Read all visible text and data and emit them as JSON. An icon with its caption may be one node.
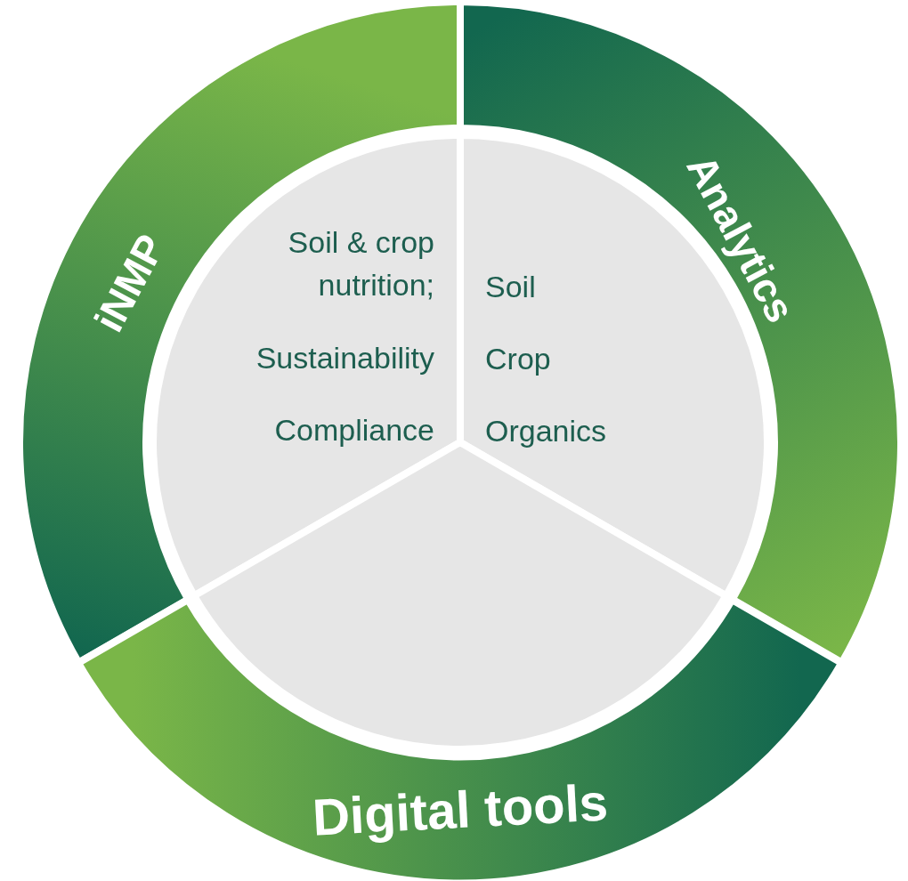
{
  "diagram": {
    "nodes": [
      {
        "text": [
          "iNMP"
        ]
      },
      {
        "text": [
          "Analytics"
        ]
      },
      {
        "text": [
          "Soil & crop nutrition;",
          "Sustainability",
          "Compliance"
        ]
      },
      {
        "text": [
          "Soil",
          "Crop",
          "Organics"
        ]
      },
      {
        "text": [],
        "shape": "wedge"
      },
      {
        "text": [
          "Digital tools"
        ]
      }
    ]
  }
}
